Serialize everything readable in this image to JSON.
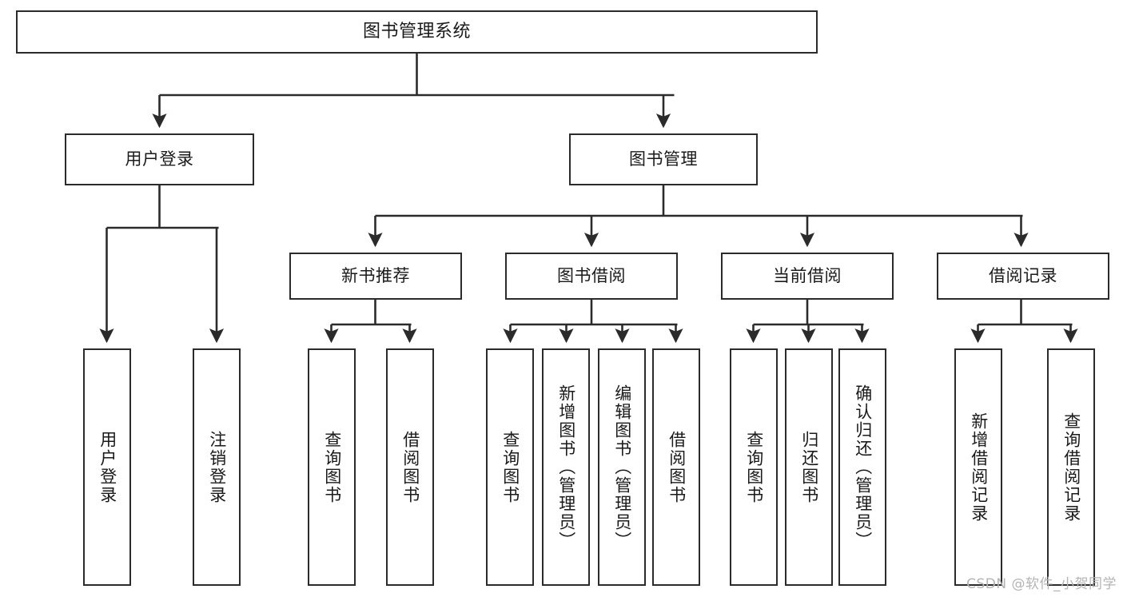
{
  "diagram": {
    "title": "图书管理系统",
    "watermark": "CSDN @软件_小贺同学",
    "stroke_color": "#2b2b2b",
    "background_color": "#ffffff",
    "nodes": {
      "root": "图书管理系统",
      "user_login": "用户登录",
      "book_manage": "图书管理",
      "new_book_rec": "新书推荐",
      "book_borrow": "图书借阅",
      "current_borrow": "当前借阅",
      "borrow_record": "借阅记录",
      "leaf_user_login": "用户登录",
      "leaf_logout_login": "注销登录",
      "leaf_query_book_1": "查询图书",
      "leaf_borrow_book_1": "借阅图书",
      "leaf_query_book_2": "查询图书",
      "leaf_add_book_admin": "新增图书（管理员）",
      "leaf_edit_book_admin": "编辑图书（管理员）",
      "leaf_borrow_book_2": "借阅图书",
      "leaf_query_book_3": "查询图书",
      "leaf_return_book": "归还图书",
      "leaf_confirm_return_admin": "确认归还（管理员）",
      "leaf_add_borrow_record": "新增借阅记录",
      "leaf_query_borrow_record": "查询借阅记录"
    },
    "tree": {
      "root": "图书管理系统",
      "children": [
        {
          "label": "用户登录",
          "children": [
            {
              "label": "用户登录"
            },
            {
              "label": "注销登录"
            }
          ]
        },
        {
          "label": "图书管理",
          "children": [
            {
              "label": "新书推荐",
              "children": [
                {
                  "label": "查询图书"
                },
                {
                  "label": "借阅图书"
                }
              ]
            },
            {
              "label": "图书借阅",
              "children": [
                {
                  "label": "查询图书"
                },
                {
                  "label": "新增图书（管理员）"
                },
                {
                  "label": "编辑图书（管理员）"
                },
                {
                  "label": "借阅图书"
                }
              ]
            },
            {
              "label": "当前借阅",
              "children": [
                {
                  "label": "查询图书"
                },
                {
                  "label": "归还图书"
                },
                {
                  "label": "确认归还（管理员）"
                }
              ]
            },
            {
              "label": "借阅记录",
              "children": [
                {
                  "label": "新增借阅记录"
                },
                {
                  "label": "查询借阅记录"
                }
              ]
            }
          ]
        }
      ]
    }
  }
}
